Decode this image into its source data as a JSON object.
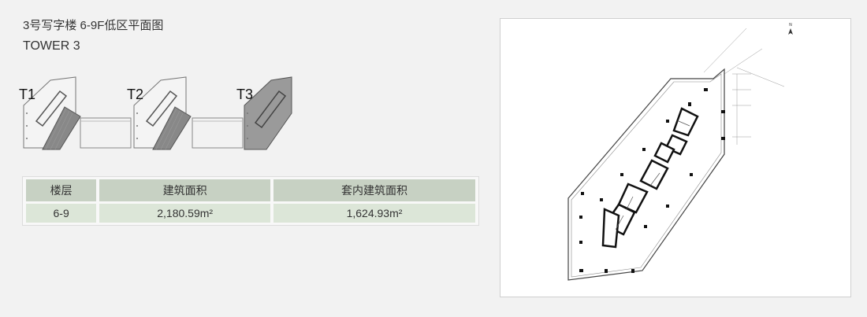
{
  "header": {
    "title": "3号写字楼 6-9F低区平面图",
    "subtitle": "TOWER 3"
  },
  "keyplan": {
    "towers": [
      {
        "label": "T1",
        "active": false
      },
      {
        "label": "T2",
        "active": false
      },
      {
        "label": "T3",
        "active": true
      }
    ]
  },
  "table": {
    "headers": [
      "楼层",
      "建筑面积",
      "套内建筑面积"
    ],
    "row": [
      "6-9",
      "2,180.59m²",
      "1,624.93m²"
    ]
  },
  "floorplan": {
    "north_label": "N"
  },
  "colors": {
    "header_cell": "#c7d1c3",
    "body_cell": "#dce6d8",
    "active_tower": "#9a9a9a"
  }
}
